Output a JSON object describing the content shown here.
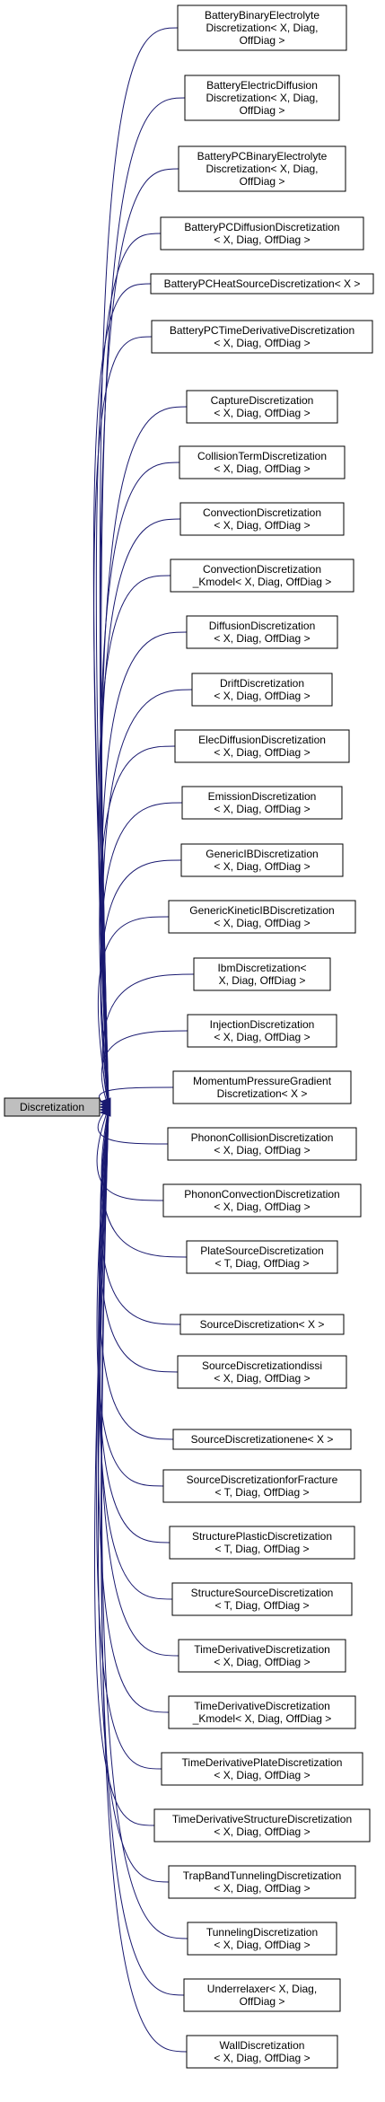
{
  "root": {
    "label": "Discretization"
  },
  "children": [
    {
      "lines": [
        "BatteryBinaryElectrolyte",
        "Discretization< X, Diag,",
        "OffDiag >"
      ]
    },
    {
      "lines": [
        "BatteryElectricDiffusion",
        "Discretization< X, Diag,",
        "OffDiag >"
      ]
    },
    {
      "lines": [
        "BatteryPCBinaryElectrolyte",
        "Discretization< X, Diag,",
        "OffDiag >"
      ]
    },
    {
      "lines": [
        "BatteryPCDiffusionDiscretization",
        "< X, Diag, OffDiag >"
      ]
    },
    {
      "lines": [
        "BatteryPCHeatSourceDiscretization< X >"
      ]
    },
    {
      "lines": [
        "BatteryPCTimeDerivativeDiscretization",
        "< X, Diag, OffDiag >"
      ]
    },
    {
      "lines": [
        "CaptureDiscretization",
        "< X, Diag, OffDiag >"
      ]
    },
    {
      "lines": [
        "CollisionTermDiscretization",
        "< X, Diag, OffDiag >"
      ]
    },
    {
      "lines": [
        "ConvectionDiscretization",
        "< X, Diag, OffDiag >"
      ]
    },
    {
      "lines": [
        "ConvectionDiscretization",
        "_Kmodel< X, Diag, OffDiag >"
      ]
    },
    {
      "lines": [
        "DiffusionDiscretization",
        "< X, Diag, OffDiag >"
      ]
    },
    {
      "lines": [
        "DriftDiscretization",
        "< X, Diag, OffDiag >"
      ]
    },
    {
      "lines": [
        "ElecDiffusionDiscretization",
        "< X, Diag, OffDiag >"
      ]
    },
    {
      "lines": [
        "EmissionDiscretization",
        "< X, Diag, OffDiag >"
      ]
    },
    {
      "lines": [
        "GenericIBDiscretization",
        "< X, Diag, OffDiag >"
      ]
    },
    {
      "lines": [
        "GenericKineticIBDiscretization",
        "< X, Diag, OffDiag >"
      ]
    },
    {
      "lines": [
        "IbmDiscretization<",
        "X, Diag, OffDiag >"
      ]
    },
    {
      "lines": [
        "InjectionDiscretization",
        "< X, Diag, OffDiag >"
      ]
    },
    {
      "lines": [
        "MomentumPressureGradient",
        "Discretization< X >"
      ]
    },
    {
      "lines": [
        "PhononCollisionDiscretization",
        "< X, Diag, OffDiag >"
      ]
    },
    {
      "lines": [
        "PhononConvectionDiscretization",
        "< X, Diag, OffDiag >"
      ]
    },
    {
      "lines": [
        "PlateSourceDiscretization",
        "< T, Diag, OffDiag >"
      ]
    },
    {
      "lines": [
        "SourceDiscretization< X >"
      ]
    },
    {
      "lines": [
        "SourceDiscretizationdissi",
        "< X, Diag, OffDiag >"
      ]
    },
    {
      "lines": [
        "SourceDiscretizationene< X >"
      ]
    },
    {
      "lines": [
        "SourceDiscretizationforFracture",
        "< T, Diag, OffDiag >"
      ]
    },
    {
      "lines": [
        "StructurePlasticDiscretization",
        "< T, Diag, OffDiag >"
      ]
    },
    {
      "lines": [
        "StructureSourceDiscretization",
        "< T, Diag, OffDiag >"
      ]
    },
    {
      "lines": [
        "TimeDerivativeDiscretization",
        "< X, Diag, OffDiag >"
      ]
    },
    {
      "lines": [
        "TimeDerivativeDiscretization",
        "_Kmodel< X, Diag, OffDiag >"
      ]
    },
    {
      "lines": [
        "TimeDerivativePlateDiscretization",
        "< X, Diag, OffDiag >"
      ]
    },
    {
      "lines": [
        "TimeDerivativeStructureDiscretization",
        "< X, Diag, OffDiag >"
      ]
    },
    {
      "lines": [
        "TrapBandTunnelingDiscretization",
        "< X, Diag, OffDiag >"
      ]
    },
    {
      "lines": [
        "TunnelingDiscretization",
        "< X, Diag, OffDiag >"
      ]
    },
    {
      "lines": [
        "Underrelaxer< X, Diag,",
        "OffDiag >"
      ]
    },
    {
      "lines": [
        "WallDiscretization",
        "< X, Diag, OffDiag >"
      ]
    }
  ],
  "colors": {
    "edge": "#191970",
    "root_fill": "#bfbfbf",
    "node_fill": "#ffffff",
    "border": "#000000"
  }
}
